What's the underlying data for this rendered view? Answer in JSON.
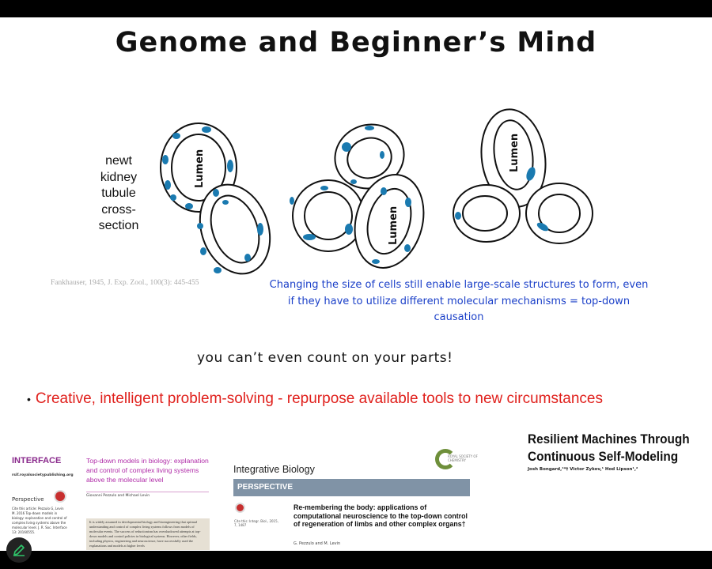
{
  "slide": {
    "title": "Genome and Beginner’s Mind",
    "figure_label": "newt kidney tubule cross-section",
    "lumen_label": "Lumen",
    "citation": "Fankhauser, 1945, J. Exp. Zool., 100(3): 445-455",
    "caption": "Changing the size of cells still enable large-scale structures to form, even if they have to utilize different molecular mechanisms = top-down causation",
    "parts_text": "you can’t even count on your parts!",
    "bullet": "Creative, intelligent problem-solving - repurpose available tools to new circumstances",
    "colors": {
      "caption": "#1a3fc8",
      "bullet": "#e0201c",
      "nucleus": "#1a7ab0"
    }
  },
  "papers": {
    "interface": {
      "journal": "INTERFACE",
      "url": "rsif.royalsocietypublishing.org",
      "section": "Perspective",
      "cite": "Cite this article: Pezzulo G, Levin M. 2016 Top-down models in biology: explanation and control of complex living systems above the molecular level. J. R. Soc. Interface 13: 20160555.",
      "title": "Top-down models in biology: explanation and control of complex living systems above the molecular level",
      "authors": "Giovanni Pezzulo and Michael Levin",
      "abstract": "It is widely assumed in developmental biology and bioengineering that optimal understanding and control of complex living systems follows from models of molecular events. The success of reductionism has overshadowed attempts at top-down models and control policies in biological systems. However, other fields, including physics, engineering and neuroscience, have successfully used the explanations and models at higher levels"
    },
    "integrative": {
      "journal": "Integrative Biology",
      "publisher": "ROYAL SOCIETY OF CHEMISTRY",
      "section": "PERSPECTIVE",
      "cite": "Cite this: Integr. Biol., 2015, 7, 1487",
      "title": "Re-membering the body: applications of computational neuroscience to the top-down control of regeneration of limbs and other complex organs†",
      "authors": "G. Pezzulo and M. Levin"
    },
    "science": {
      "title_line1": "Resilient Machines Through",
      "title_line2": "Continuous Self-Modeling",
      "authors": "Josh Bongard,¹*† Victor Zykov,¹ Hod Lipson¹,²"
    }
  }
}
